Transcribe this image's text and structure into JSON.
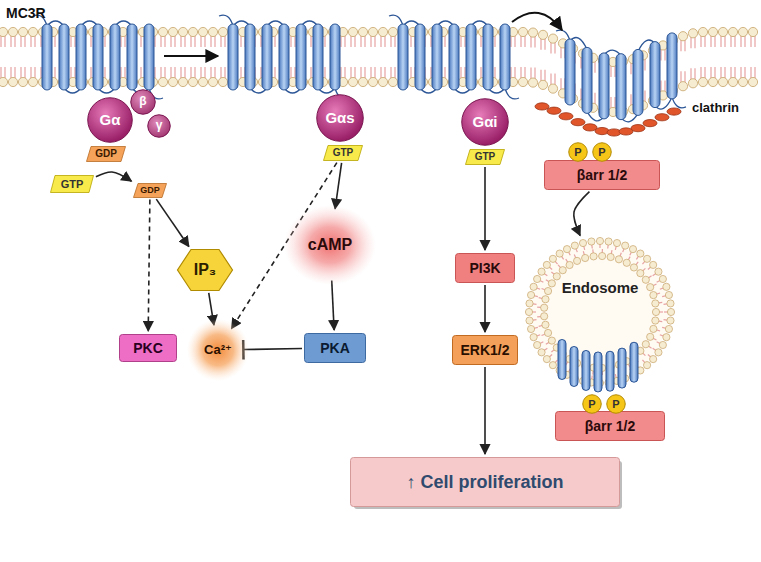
{
  "diagram": {
    "nodes": [
      {
        "text": [
          "Gα"
        ]
      },
      {
        "text": [
          "β"
        ]
      },
      {
        "text": [
          "γ"
        ]
      },
      {
        "text": [
          "GDP"
        ]
      },
      {
        "text": [
          "Gαs"
        ]
      },
      {
        "text": [
          "GTP"
        ]
      },
      {
        "text": [
          "Gαi"
        ]
      },
      {
        "text": [
          "GTP"
        ]
      },
      {
        "text": [
          "P"
        ]
      },
      {
        "text": [
          "P"
        ]
      },
      {
        "text": [
          "βarr 1/2"
        ]
      },
      {
        "text": [
          "GTP"
        ]
      },
      {
        "text": [
          "GDP"
        ]
      },
      {
        "text": [
          "cAMP"
        ]
      },
      {
        "text": [
          "PI3K"
        ]
      },
      {
        "text": [
          "IP₃"
        ]
      },
      {
        "text": [
          "Endosome"
        ]
      },
      {
        "text": [
          "P"
        ]
      },
      {
        "text": [
          "P"
        ]
      },
      {
        "text": [
          "βarr 1/2"
        ]
      },
      {
        "text": [
          "PKC"
        ]
      },
      {
        "text": [
          "Ca²⁺"
        ]
      },
      {
        "text": [
          "PKA"
        ]
      },
      {
        "text": [
          "ERK1/2"
        ]
      },
      {
        "text": [
          "↑ Cell proliferation"
        ]
      }
    ],
    "edges": [
      {
        "from": 11,
        "to": 12,
        "arrow": "to"
      },
      {
        "from": 12,
        "to": 20,
        "arrow": "to"
      },
      {
        "from": 12,
        "to": 15,
        "arrow": "to"
      },
      {
        "from": 15,
        "to": 21,
        "arrow": "to"
      },
      {
        "from": 5,
        "to": 21,
        "arrow": "to"
      },
      {
        "from": 5,
        "to": 13,
        "arrow": "to"
      },
      {
        "from": 13,
        "to": 22,
        "arrow": "to"
      },
      {
        "from": 22,
        "to": 21,
        "arrow": "to"
      },
      {
        "from": 7,
        "to": 14,
        "arrow": "to"
      },
      {
        "from": 14,
        "to": 23,
        "arrow": "to"
      },
      {
        "from": 23,
        "to": 24,
        "arrow": "to"
      },
      {
        "from": 10,
        "to": 16,
        "arrow": "to"
      }
    ],
    "labels": [
      "MC3R",
      "clathrin"
    ]
  }
}
